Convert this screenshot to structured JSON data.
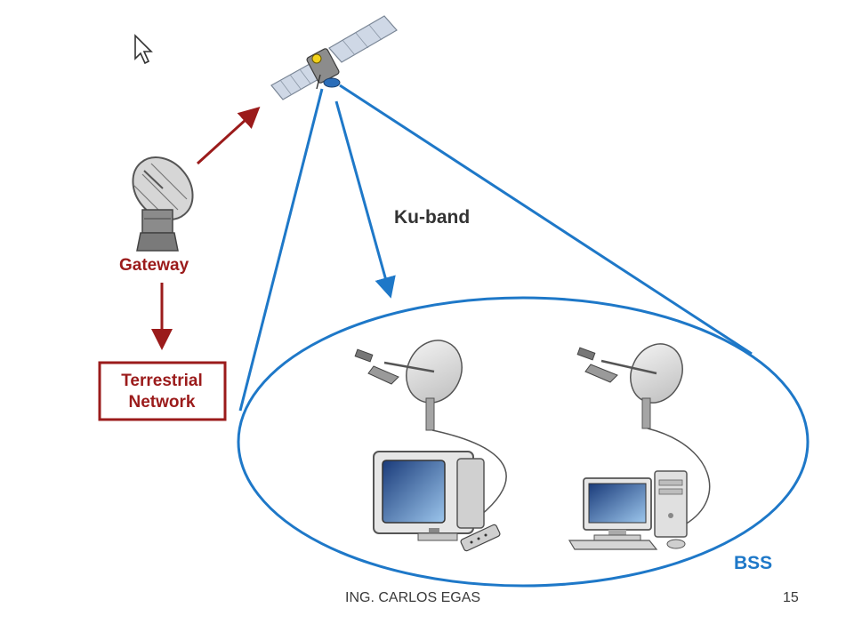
{
  "diagram": {
    "labels": {
      "gateway": "Gateway",
      "terrestrial_line1": "Terrestrial",
      "terrestrial_line2": "Network",
      "band": "Ku-band",
      "coverage": "BSS"
    },
    "icons": [
      "mouse-cursor-icon",
      "satellite-icon",
      "gateway-dish-icon",
      "user-dish-icon",
      "tv-icon",
      "remote-control-icon",
      "desktop-computer-icon"
    ],
    "colors": {
      "dark_red": "#9b1b1b",
      "blue": "#1e78c8",
      "gray_dark": "#5a5a5a",
      "gray_light": "#d9d9d9"
    }
  },
  "footer": {
    "author": "ING. CARLOS EGAS",
    "page_number": "15"
  }
}
